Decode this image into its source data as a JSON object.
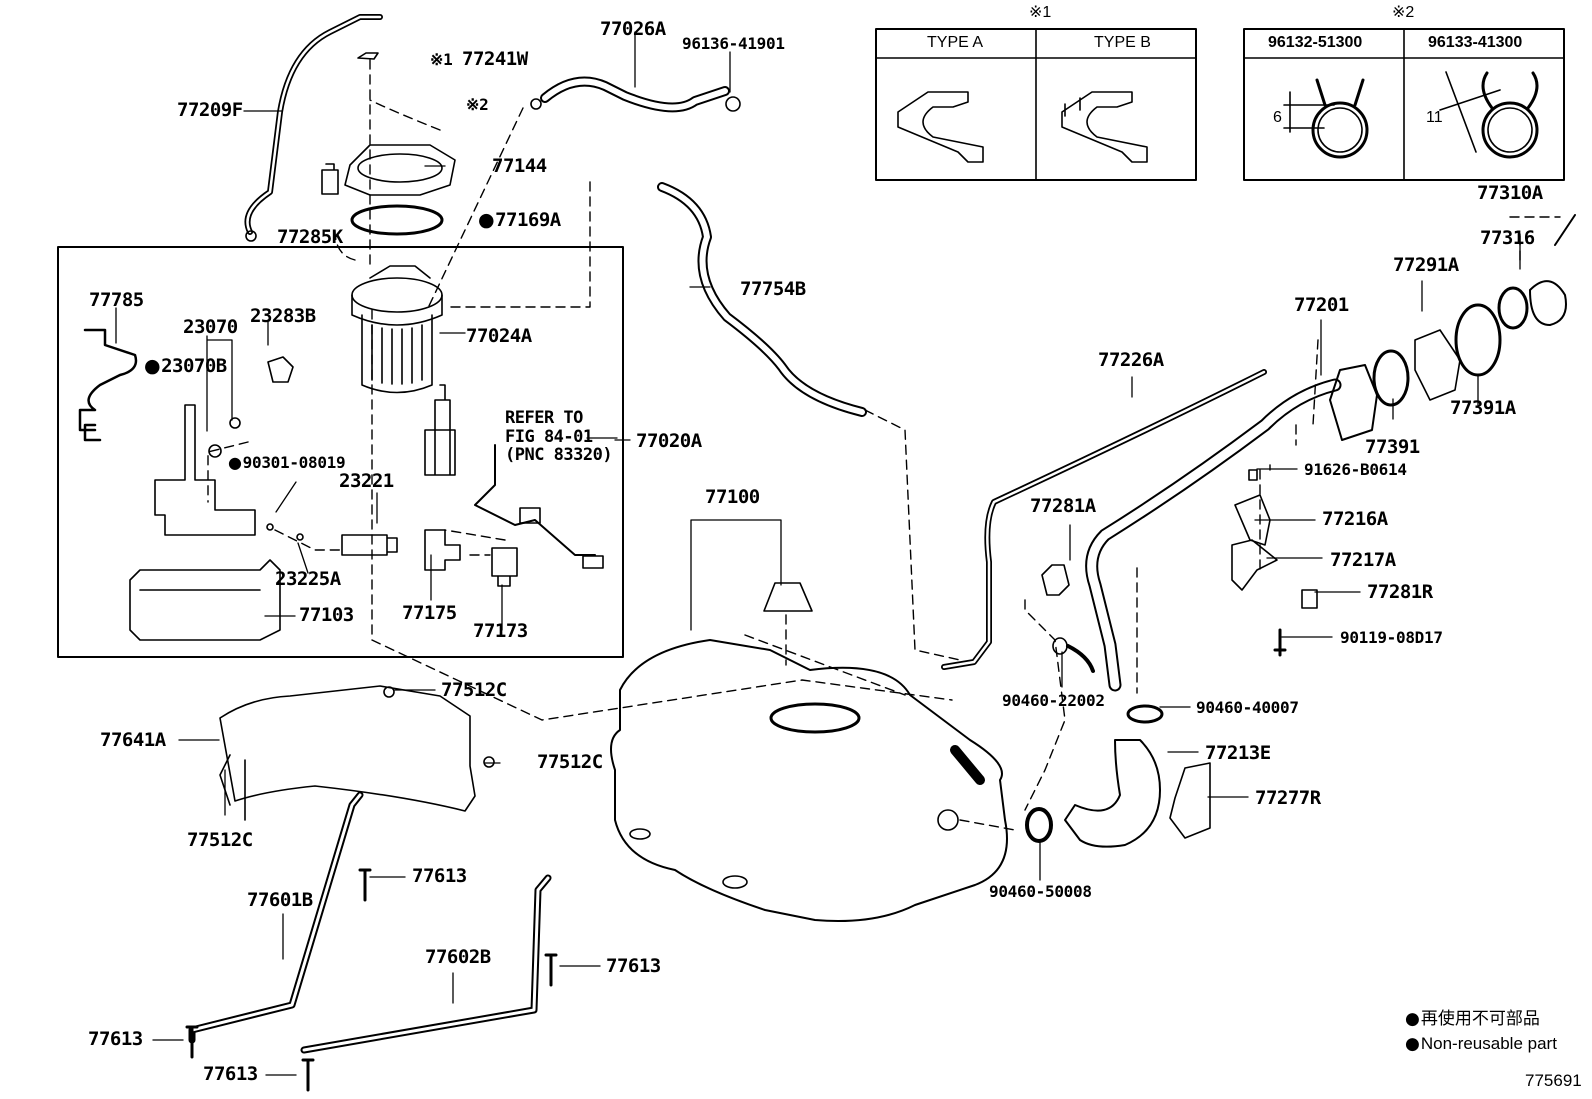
{
  "diagram_id": "775691",
  "legend": {
    "jp": "再使用不可部品",
    "en": "Non-reusable part"
  },
  "table1": {
    "mark": "※1",
    "col_a": "TYPE A",
    "col_b": "TYPE B"
  },
  "table2": {
    "mark": "※2",
    "col_a": "96132-51300",
    "col_b": "96133-41300",
    "dim_a": "6",
    "dim_b": "11"
  },
  "ref_note": "REFER TO\nFIG 84-01\n(PNC 83320)",
  "mark1": "※1",
  "mark2": "※2",
  "parts": {
    "p77209F": "77209F",
    "p77241W": "77241W",
    "p77026A": "77026A",
    "p96136_41901": "96136-41901",
    "p77144": "77144",
    "p77169A": "77169A",
    "p77285K": "77285K",
    "p77754B": "77754B",
    "p77785": "77785",
    "p23070": "23070",
    "p23283B": "23283B",
    "p23070B": "23070B",
    "p77024A": "77024A",
    "p90301_08019": "90301-08019",
    "p23221": "23221",
    "p77020A": "77020A",
    "p23225A": "23225A",
    "p77103": "77103",
    "p77175": "77175",
    "p77173": "77173",
    "p77100": "77100",
    "p77512C_1": "77512C",
    "p77512C_2": "77512C",
    "p77512C_3": "77512C",
    "p77641A": "77641A",
    "p77613_1": "77613",
    "p77613_2": "77613",
    "p77613_3": "77613",
    "p77613_4": "77613",
    "p77601B": "77601B",
    "p77602B": "77602B",
    "p77310A": "77310A",
    "p77316": "77316",
    "p77291A": "77291A",
    "p77201": "77201",
    "p77226A": "77226A",
    "p77391": "77391",
    "p77391A": "77391A",
    "p91626_B0614": "91626-B0614",
    "p77281A": "77281A",
    "p77216A": "77216A",
    "p77217A": "77217A",
    "p77281R": "77281R",
    "p90119_08D17": "90119-08D17",
    "p90460_22002": "90460-22002",
    "p90460_40007": "90460-40007",
    "p77213E": "77213E",
    "p77277R": "77277R",
    "p90460_50008": "90460-50008"
  }
}
